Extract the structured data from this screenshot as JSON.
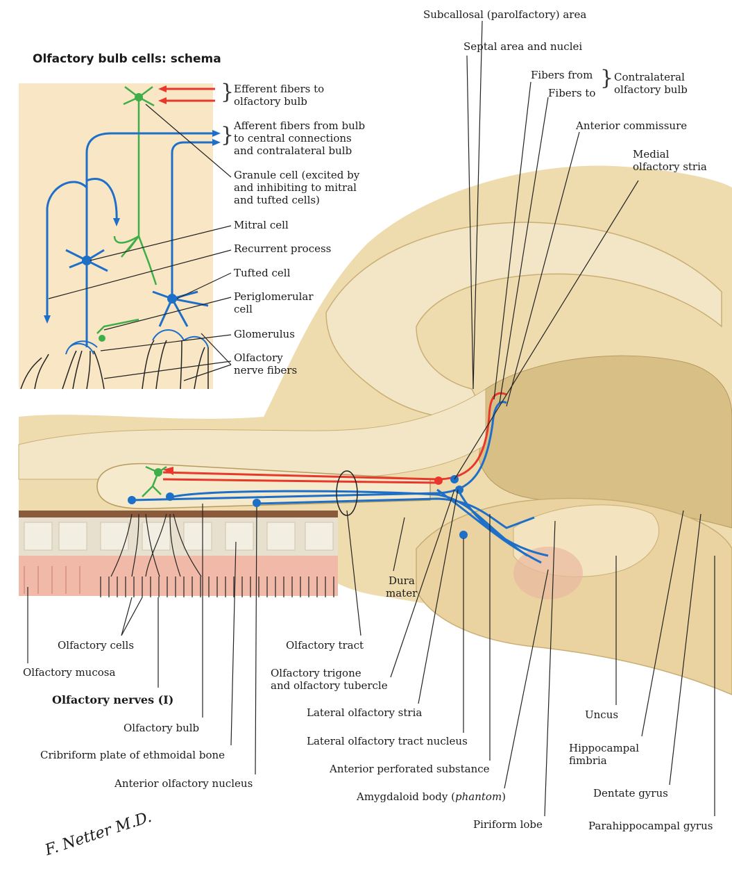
{
  "schema": {
    "title": "Olfactory bulb cells: schema",
    "efferent": [
      "Efferent fibers to",
      "olfactory bulb"
    ],
    "afferent": [
      "Afferent fibers from bulb",
      "to central connections",
      "and contralateral bulb"
    ],
    "granule": [
      "Granule cell (excited by",
      "and inhibiting to mitral",
      "and tufted cells)"
    ],
    "mitral": "Mitral cell",
    "recurrent": "Recurrent process",
    "tufted": "Tufted cell",
    "periglomerular": [
      "Periglomerular",
      "cell"
    ],
    "glomerulus": "Glomerulus",
    "olf_nerve_fibers": [
      "Olfactory",
      "nerve fibers"
    ]
  },
  "right_labels": {
    "subcallosal": "Subcallosal (parolfactory) area",
    "septal": "Septal area and nuclei",
    "fibers_from": "Fibers from",
    "fibers_to": "Fibers to",
    "contralateral": [
      "Contralateral",
      "olfactory bulb"
    ],
    "anterior_commissure": "Anterior commissure",
    "medial_stria": [
      "Medial",
      "olfactory stria"
    ]
  },
  "bottom_labels": {
    "dura": [
      "Dura",
      "mater"
    ],
    "olfactory_cells": "Olfactory cells",
    "olfactory_mucosa": "Olfactory mucosa",
    "olfactory_nerves": "Olfactory nerves (I)",
    "olfactory_bulb": "Olfactory bulb",
    "cribriform": "Cribriform plate of ethmoidal bone",
    "anterior_olf_nucleus": "Anterior olfactory nucleus",
    "olfactory_tract": "Olfactory tract",
    "trigone": [
      "Olfactory trigone",
      "and olfactory tubercle"
    ],
    "lateral_stria": "Lateral olfactory stria",
    "lateral_tract_nucleus": "Lateral olfactory tract nucleus",
    "ant_perforated": "Anterior perforated substance",
    "amygdaloid_prefix": "Amygdaloid body (",
    "amygdaloid_italic": "phantom",
    "amygdaloid_suffix": ")",
    "piriform": "Piriform lobe",
    "uncus": "Uncus",
    "hippocampal_fimbria": [
      "Hippocampal",
      "fimbria"
    ],
    "dentate": "Dentate gyrus",
    "parahippocampal": "Parahippocampal gyrus"
  },
  "signature": "F. Netter M.D.",
  "colors": {
    "schema_bg": "#f8e6c4",
    "brain": "#efdcae",
    "brain_dark": "#d8bf86",
    "bone": "#e8e0cf",
    "mucosa": "#f1b9a8",
    "afferent": "#1e6fc8",
    "efferent": "#e8382c",
    "granule": "#3fae49"
  }
}
